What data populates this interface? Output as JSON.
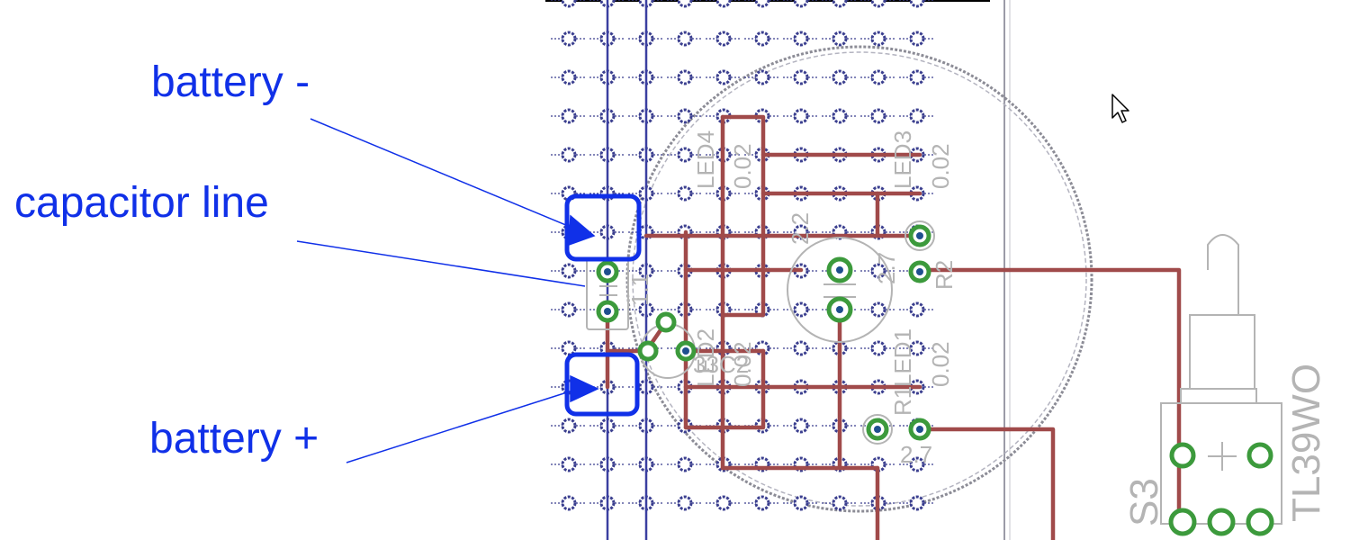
{
  "colors": {
    "annotation": "#1030e8",
    "pad_ring": "#3b3f8f",
    "trace": "#a04a4a",
    "silkscreen": "#b4b4b4",
    "vertical_bus": "#3a3fa0",
    "green_pad": "#3c9a3c",
    "component_pad_core": "#1f4f8f",
    "outline": "#8c8c96"
  },
  "annotations": [
    {
      "id": "battery-minus",
      "label": "battery -"
    },
    {
      "id": "capacitor-line",
      "label": "capacitor line"
    },
    {
      "id": "battery-plus",
      "label": "battery +"
    }
  ],
  "silk_labels": {
    "led4": "LED4",
    "led4_val": "0.02",
    "led3": "LED3",
    "led3_val": "0.02",
    "led2": "LED2",
    "led2_val": "0.02",
    "led1": "LED1",
    "led1_val": "0.02",
    "r2": "R2",
    "r2_val": "2.7",
    "r1": "R1",
    "r1_val": "2.7",
    "c2": "C2",
    "c2_val": "2.2",
    "u3": "33C2",
    "c1_val": "1.1",
    "switch_name": "S3",
    "switch_part": "TL39WO"
  },
  "cursor": {
    "icon": "mouse-pointer-icon"
  }
}
